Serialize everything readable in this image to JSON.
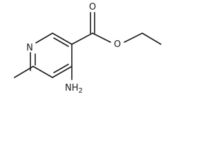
{
  "molecule": {
    "atoms": {
      "ring_nitrogen": "N",
      "carbonyl_oxygen": "O",
      "ester_oxygen": "O",
      "amine_nh": "NH",
      "amine_h_subscript": "2"
    }
  }
}
